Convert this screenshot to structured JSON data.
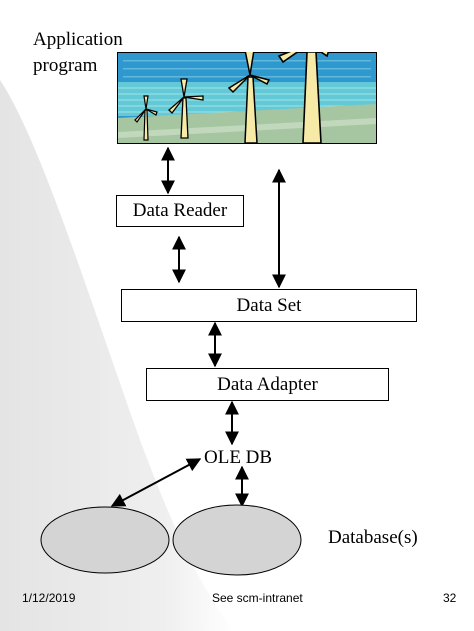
{
  "app": {
    "title_line1": "Application",
    "title_line2": "program"
  },
  "components": {
    "data_reader": "Data Reader",
    "data_set": "Data Set",
    "data_adapter": "Data Adapter",
    "ole_db": "OLE DB",
    "databases": "Database(s)"
  },
  "footer": {
    "date": "1/12/2019",
    "center": "See scm-intranet",
    "page": "32"
  },
  "colors": {
    "sky": "#2e98cf",
    "sea": "#63c9d6",
    "ground": "#a5c6a0",
    "turbine": "#f6eaa6",
    "database_fill": "#d4d4d4",
    "background_curve": "#ececec"
  },
  "icons": {
    "app_picture": "wind-turbines-clipart"
  }
}
